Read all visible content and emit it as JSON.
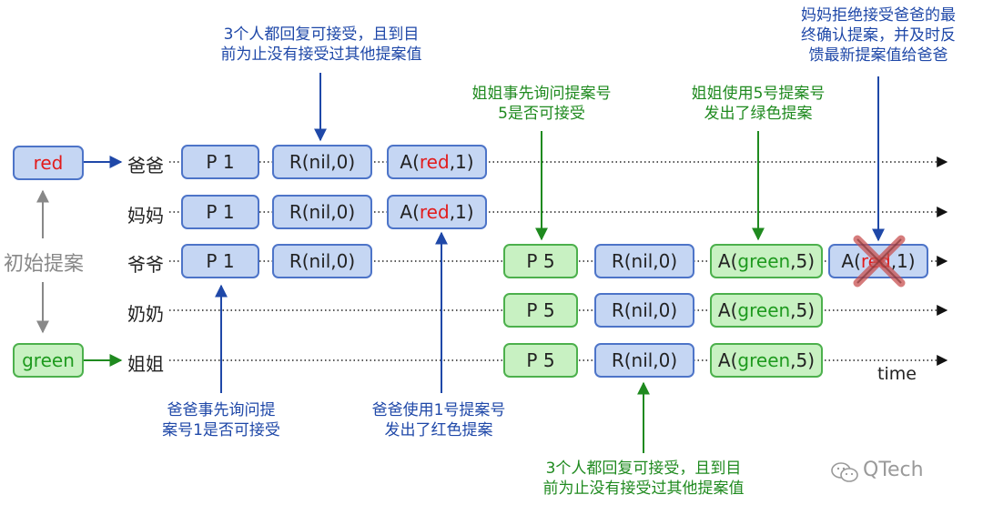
{
  "initial_label": "初始提案",
  "initial_values": {
    "red": "red",
    "green": "green"
  },
  "rows": [
    "爸爸",
    "妈妈",
    "爷爷",
    "奶奶",
    "姐姐"
  ],
  "boxes": {
    "p1": "P 1",
    "r0": "R(nil,0)",
    "a_open": "A(",
    "a_red1_val": "red",
    "a_red1_tail": ",1)",
    "p5": "P 5",
    "a_green_val": "green",
    "a_green5_tail": ",5)"
  },
  "notes": {
    "top_blue": [
      "3个人都回复可接受，且到目",
      "前为止没有接受过其他提案值"
    ],
    "top_green_1": [
      "姐姐事先询问提案号",
      "5是否可接受"
    ],
    "top_green_2": [
      "姐姐使用5号提案号",
      "发出了绿色提案"
    ],
    "top_right": [
      "妈妈拒绝接受爸爸的最",
      "终确认提案，并及时反",
      "馈最新提案值给爸爸"
    ],
    "bottom_blue_1": [
      "爸爸事先询问提",
      "案号1是否可接受"
    ],
    "bottom_blue_2": [
      "爸爸使用1号提案号",
      "发出了红色提案"
    ],
    "bottom_green": [
      "3个人都回复可接受，且到目",
      "前为止没有接受过其他提案值"
    ]
  },
  "time_label": "time",
  "watermark": "QTech",
  "colors": {
    "blue_fill": "#c5d6f3",
    "blue_border": "#4d74c8",
    "green_fill": "#c8f1c2",
    "green_border": "#4cb04c",
    "red_text": "#e21b1b",
    "green_text": "#1e9a1e",
    "cross": "#c85050"
  }
}
